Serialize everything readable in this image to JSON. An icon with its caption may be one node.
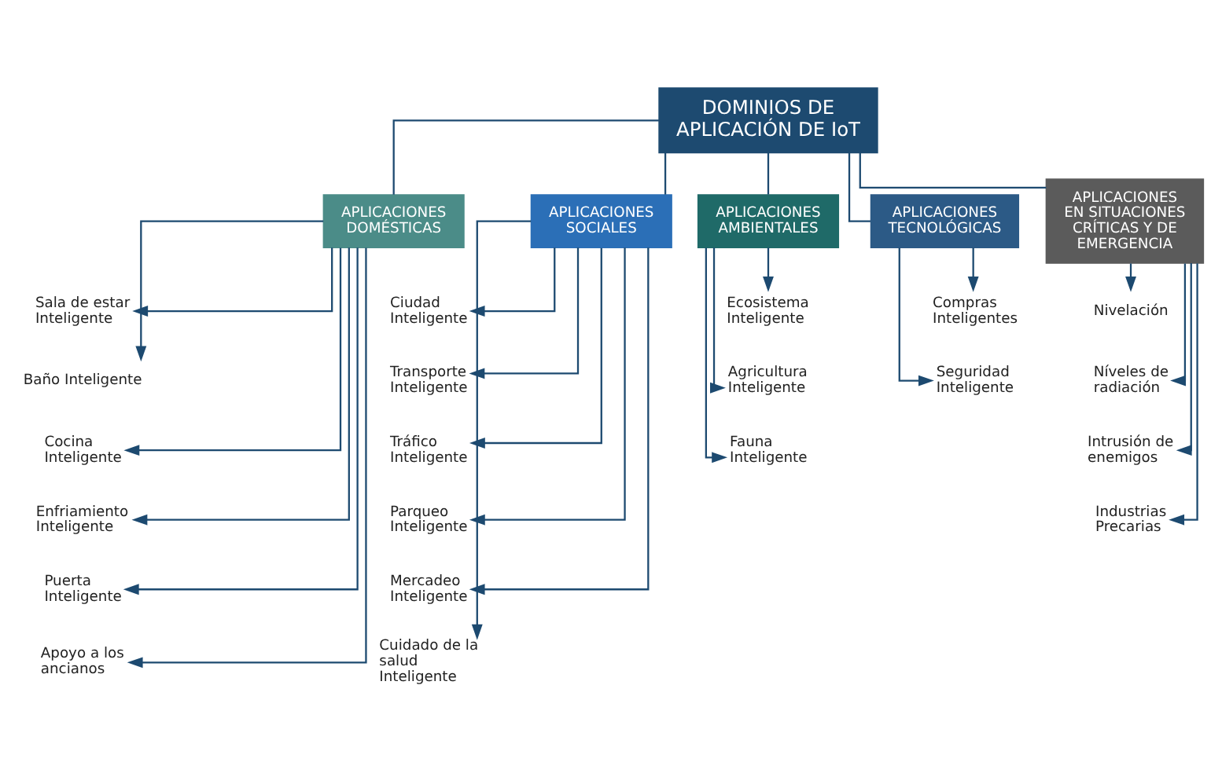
{
  "diagram": {
    "nodes": [
      {
        "text": [
          "DOMINIOS DE APLICACIÓN DE IoT"
        ]
      },
      {
        "text": [
          "APLICACIONES DOMÉSTICAS"
        ]
      },
      {
        "text": [
          "Sala de estar Inteligente"
        ]
      },
      {
        "text": [
          "Baño Inteligente"
        ]
      },
      {
        "text": [
          "Cocina Inteligente"
        ]
      },
      {
        "text": [
          "Enfriamiento Inteligente"
        ]
      },
      {
        "text": [
          "Puerta Inteligente"
        ]
      },
      {
        "text": [
          "Apoyo a los ancianos"
        ]
      },
      {
        "text": [
          "APLICACIONES SOCIALES"
        ]
      },
      {
        "text": [
          "Ciudad Inteligente"
        ]
      },
      {
        "text": [
          "Transporte Inteligente"
        ]
      },
      {
        "text": [
          "Tráfico Inteligente"
        ]
      },
      {
        "text": [
          "Parqueo Inteligente"
        ]
      },
      {
        "text": [
          "Mercadeo Inteligente"
        ]
      },
      {
        "text": [
          "Cuidado de la salud Inteligente"
        ]
      },
      {
        "text": [
          "APLICACIONES AMBIENTALES"
        ]
      },
      {
        "text": [
          "Ecosistema Inteligente"
        ]
      },
      {
        "text": [
          "Agricultura Inteligente"
        ]
      },
      {
        "text": [
          "Fauna Inteligente"
        ]
      },
      {
        "text": [
          "APLICACIONES TECNOLÓGICAS"
        ]
      },
      {
        "text": [
          "Compras Inteligentes"
        ]
      },
      {
        "text": [
          "Seguridad Inteligente"
        ]
      },
      {
        "text": [
          "APLICACIONES EN SITUACIONES CRÍTICAS Y DE EMERGENCIA"
        ]
      },
      {
        "text": [
          "Nivelación"
        ]
      },
      {
        "text": [
          "Níveles de radiación"
        ]
      },
      {
        "text": [
          "Intrusión de enemigos"
        ]
      },
      {
        "text": [
          "Industrias Precarias"
        ]
      }
    ],
    "edges": [
      {
        "from": 0,
        "to": 1,
        "arrow": "none"
      },
      {
        "from": 0,
        "to": 8,
        "arrow": "none"
      },
      {
        "from": 0,
        "to": 15,
        "arrow": "none"
      },
      {
        "from": 0,
        "to": 19,
        "arrow": "none"
      },
      {
        "from": 0,
        "to": 22,
        "arrow": "none"
      },
      {
        "from": 1,
        "to": 2,
        "arrow": "to"
      },
      {
        "from": 1,
        "to": 3,
        "arrow": "to"
      },
      {
        "from": 1,
        "to": 4,
        "arrow": "to"
      },
      {
        "from": 1,
        "to": 5,
        "arrow": "to"
      },
      {
        "from": 1,
        "to": 6,
        "arrow": "to"
      },
      {
        "from": 1,
        "to": 7,
        "arrow": "to"
      },
      {
        "from": 8,
        "to": 9,
        "arrow": "to"
      },
      {
        "from": 8,
        "to": 10,
        "arrow": "to"
      },
      {
        "from": 8,
        "to": 11,
        "arrow": "to"
      },
      {
        "from": 8,
        "to": 12,
        "arrow": "to"
      },
      {
        "from": 8,
        "to": 13,
        "arrow": "to"
      },
      {
        "from": 8,
        "to": 14,
        "arrow": "to"
      },
      {
        "from": 15,
        "to": 16,
        "arrow": "to"
      },
      {
        "from": 15,
        "to": 17,
        "arrow": "to"
      },
      {
        "from": 15,
        "to": 18,
        "arrow": "to"
      },
      {
        "from": 19,
        "to": 20,
        "arrow": "to"
      },
      {
        "from": 19,
        "to": 21,
        "arrow": "to"
      },
      {
        "from": 22,
        "to": 23,
        "arrow": "to"
      },
      {
        "from": 22,
        "to": 24,
        "arrow": "to"
      },
      {
        "from": 22,
        "to": 25,
        "arrow": "to"
      },
      {
        "from": 22,
        "to": 26,
        "arrow": "to"
      }
    ]
  }
}
